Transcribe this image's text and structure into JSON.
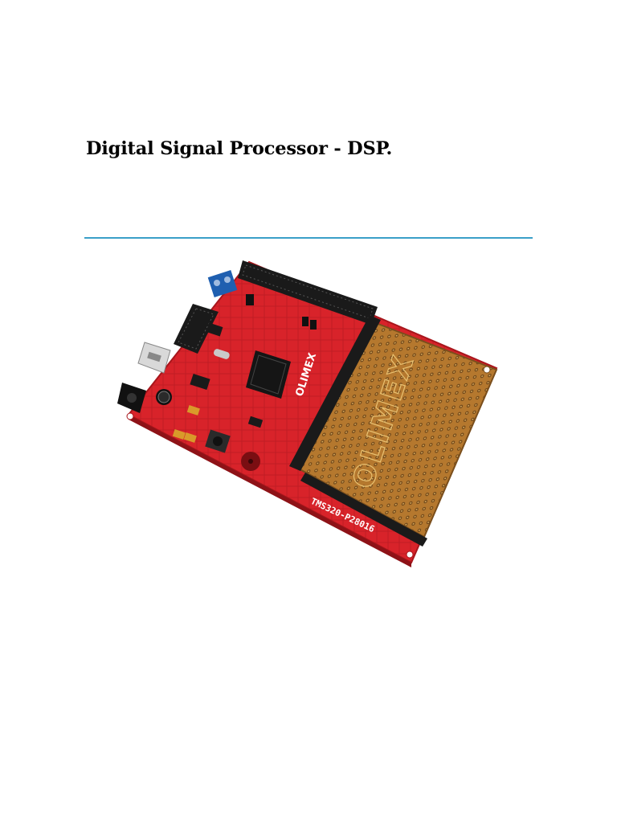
{
  "document": {
    "title": "Digital Signal Processor - DSP.",
    "rule_color": "#3a9fc8"
  },
  "photo": {
    "board_logo": "OLIMEX",
    "board_model": "TMS320-P28016",
    "proto_area_logo": "OLIMEX",
    "colors": {
      "pcb": "#d8232a",
      "pcb_dark": "#a8161c",
      "proto": "#b5782e",
      "header": "#1a1a1a"
    }
  }
}
